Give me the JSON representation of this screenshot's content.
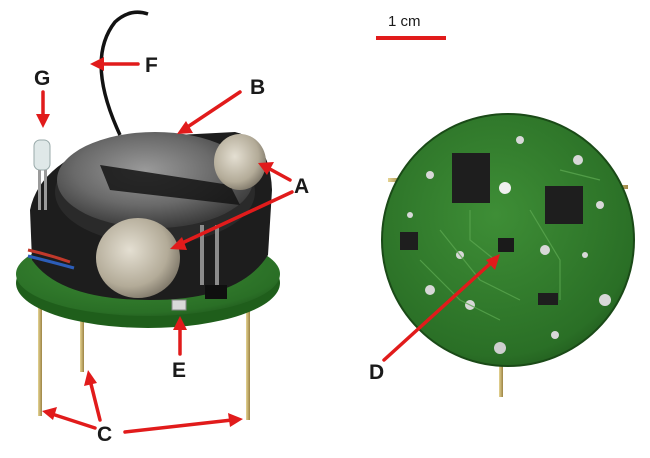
{
  "scale_bar": {
    "label": "1 cm"
  },
  "labels": {
    "a": "A",
    "b": "B",
    "c": "C",
    "d": "D",
    "e": "E",
    "f": "F",
    "g": "G"
  },
  "colors": {
    "arrow": "#e11b1b",
    "pcb_green": "#2f7a2a",
    "battery_gray": "#6f6f6f",
    "motor_silver": "#b9b2a2",
    "body_black": "#1d1d1d",
    "leg_gold": "#c9b26a"
  }
}
